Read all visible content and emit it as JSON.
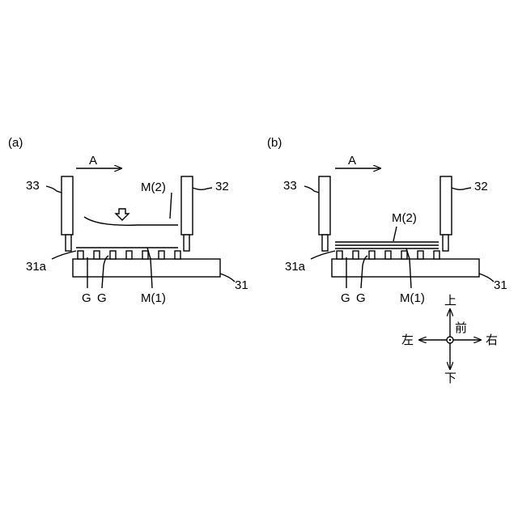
{
  "panel_a": {
    "tag": "(a)",
    "arrow_label": "A",
    "left_unit": "33",
    "right_unit": "32",
    "base_label": "31",
    "edge_label": "31a",
    "groove_label_1": "G",
    "groove_label_2": "G",
    "upper_member": "M(2)",
    "lower_member": "M(1)"
  },
  "panel_b": {
    "tag": "(b)",
    "arrow_label": "A",
    "left_unit": "33",
    "right_unit": "32",
    "base_label": "31",
    "edge_label": "31a",
    "groove_label_1": "G",
    "groove_label_2": "G",
    "upper_member": "M(2)",
    "lower_member": "M(1)"
  },
  "compass": {
    "up": "上",
    "down": "下",
    "left": "左",
    "right": "右",
    "front": "前"
  }
}
